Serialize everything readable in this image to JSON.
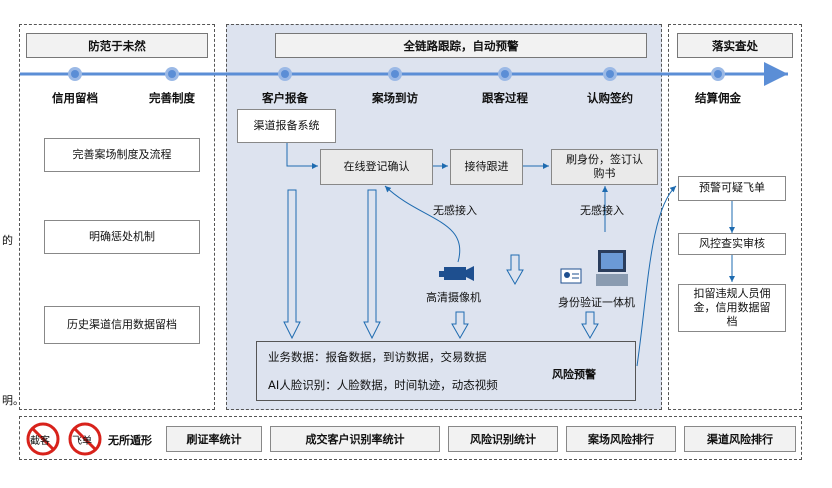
{
  "left_edge": {
    "frag1": "的",
    "frag2": "明。"
  },
  "sections": {
    "prevent": "防范于未然",
    "track": "全链路跟踪，自动预警",
    "enforce": "落实查处"
  },
  "stages": [
    "信用留档",
    "完善制度",
    "客户报备",
    "案场到访",
    "跟客过程",
    "认购签约",
    "结算佣金"
  ],
  "left_boxes": [
    "完善案场制度及流程",
    "明确惩处机制",
    "历史渠道信用数据留档"
  ],
  "flow": {
    "channel": "渠道报备系统",
    "online": "在线登记确认",
    "reception": "接待跟进",
    "idcard": "刷身份，签订认购书",
    "seamless1": "无感接入",
    "seamless2": "无感接入",
    "camera": "高清摄像机",
    "id_device": "身份验证一体机"
  },
  "data_area": {
    "business": "业务数据：报备数据，到访数据，交易数据",
    "ai": "AI人脸识别：人脸数据，时间轨迹，动态视频",
    "risk": "风险预警"
  },
  "right_boxes": [
    "预警可疑飞单",
    "风控查实审核",
    "扣留违规人员佣金，信用数据留档"
  ],
  "bottom": {
    "badge1": "截客",
    "badge2": "飞单",
    "no_hide": "无所遁形",
    "buttons": [
      "刷证率统计",
      "成交客户识别率统计",
      "风险识别统计",
      "案场风险排行",
      "渠道风险排行"
    ]
  },
  "colors": {
    "accent": "#5b8ed6",
    "panel": "#dde3ef",
    "red": "#d8221b"
  }
}
